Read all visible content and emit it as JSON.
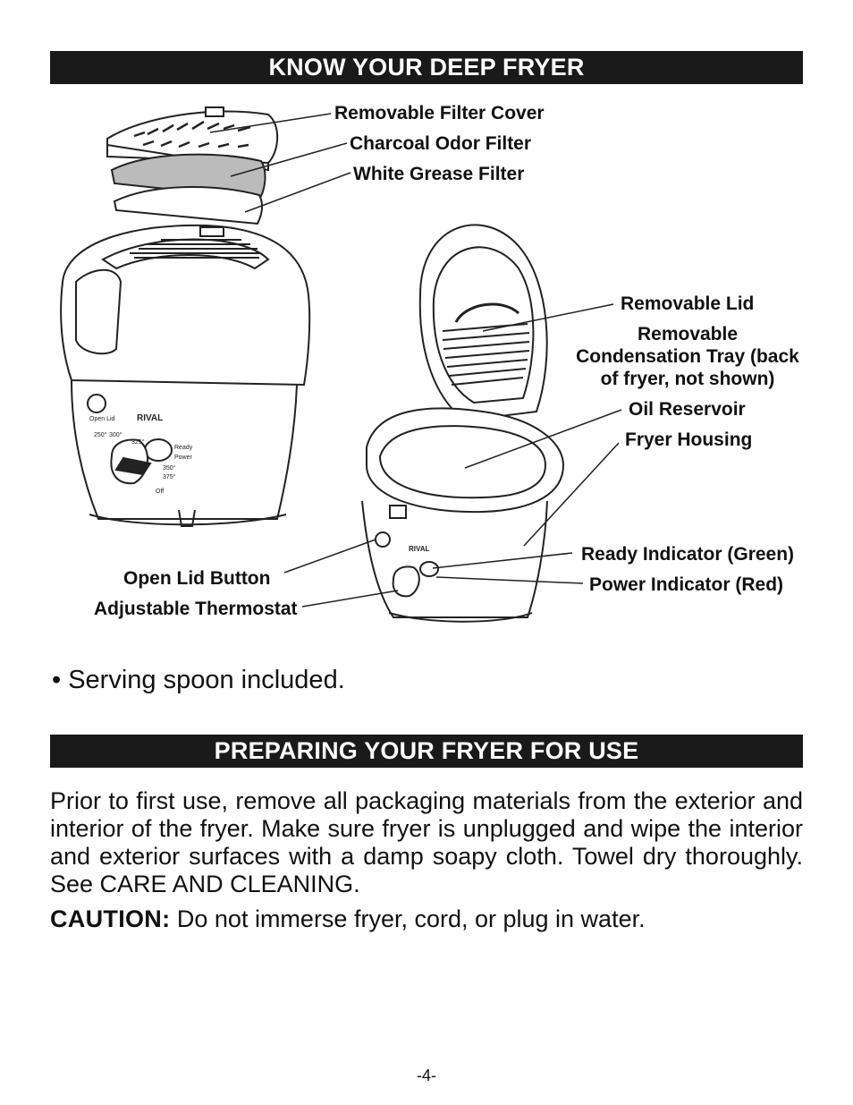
{
  "sections": {
    "know_title": "KNOW YOUR DEEP FRYER",
    "prep_title": "PREPARING YOUR FRYER FOR USE"
  },
  "labels": {
    "filter_cover": "Removable Filter Cover",
    "charcoal_filter": "Charcoal Odor Filter",
    "grease_filter": "White Grease Filter",
    "removable_lid": "Removable Lid",
    "condensation_tray_1": "Removable",
    "condensation_tray_2": "Condensation Tray (back",
    "condensation_tray_3": "of fryer, not shown)",
    "oil_reservoir": "Oil Reservoir",
    "fryer_housing": "Fryer Housing",
    "ready_indicator": "Ready Indicator (Green)",
    "power_indicator": "Power Indicator (Red)",
    "open_lid_button": "Open Lid Button",
    "thermostat": "Adjustable Thermostat"
  },
  "panel": {
    "open_lid": "Open Lid",
    "brand": "RIVAL",
    "t250": "250°",
    "t300": "300°",
    "t325": "325°",
    "t350": "350°",
    "t375": "375°",
    "off": "Off",
    "ready": "Ready",
    "power": "Power"
  },
  "bullet": "• Serving spoon included.",
  "paragraph": "Prior to first use, remove all packaging materials from the exterior and interior of the fryer. Make sure fryer is unplugged and wipe the interior and exterior surfaces with a damp soapy cloth. Towel dry thoroughly. See CARE AND CLEANING.",
  "caution": {
    "label": "CAUTION:",
    "text": " Do not immerse fryer, cord, or plug in water."
  },
  "page_number": "-4-"
}
